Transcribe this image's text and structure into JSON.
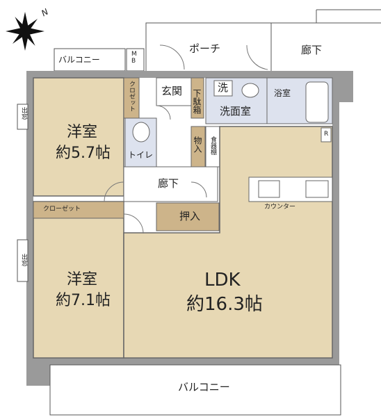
{
  "compass": {
    "north_label": "N",
    "icon": "compass-rose-icon"
  },
  "labels": {
    "porch": "ポーチ",
    "corridor_outside": "廊下",
    "balcony_north": "バルコニー",
    "mb": "M\nB",
    "closet_1": "クロゼット",
    "genkan": "玄関",
    "shoe_box": "下駄箱",
    "wash": "洗",
    "washroom": "洗面室",
    "bathroom": "浴室",
    "window_side_1": "出窓",
    "room1_name": "洋室",
    "room1_size": "約5.7帖",
    "toilet": "トイレ",
    "storage": "物入",
    "pantry": "食器棚",
    "r": "R",
    "hallway": "廊下",
    "counter": "カウンター",
    "closet_2": "クローゼット",
    "oshiire": "押入",
    "window_side_2": "出窓",
    "room2_name": "洋室",
    "room2_size": "約7.1帖",
    "ldk_name": "LDK",
    "ldk_size": "約16.3帖",
    "balcony_south": "バルコニー"
  },
  "colors": {
    "room_fill": "#e7d8b4",
    "storage_fill": "#cdb48a",
    "wet_fill": "#dde2ee",
    "wall": "#9a9a9a",
    "line": "#444444"
  }
}
